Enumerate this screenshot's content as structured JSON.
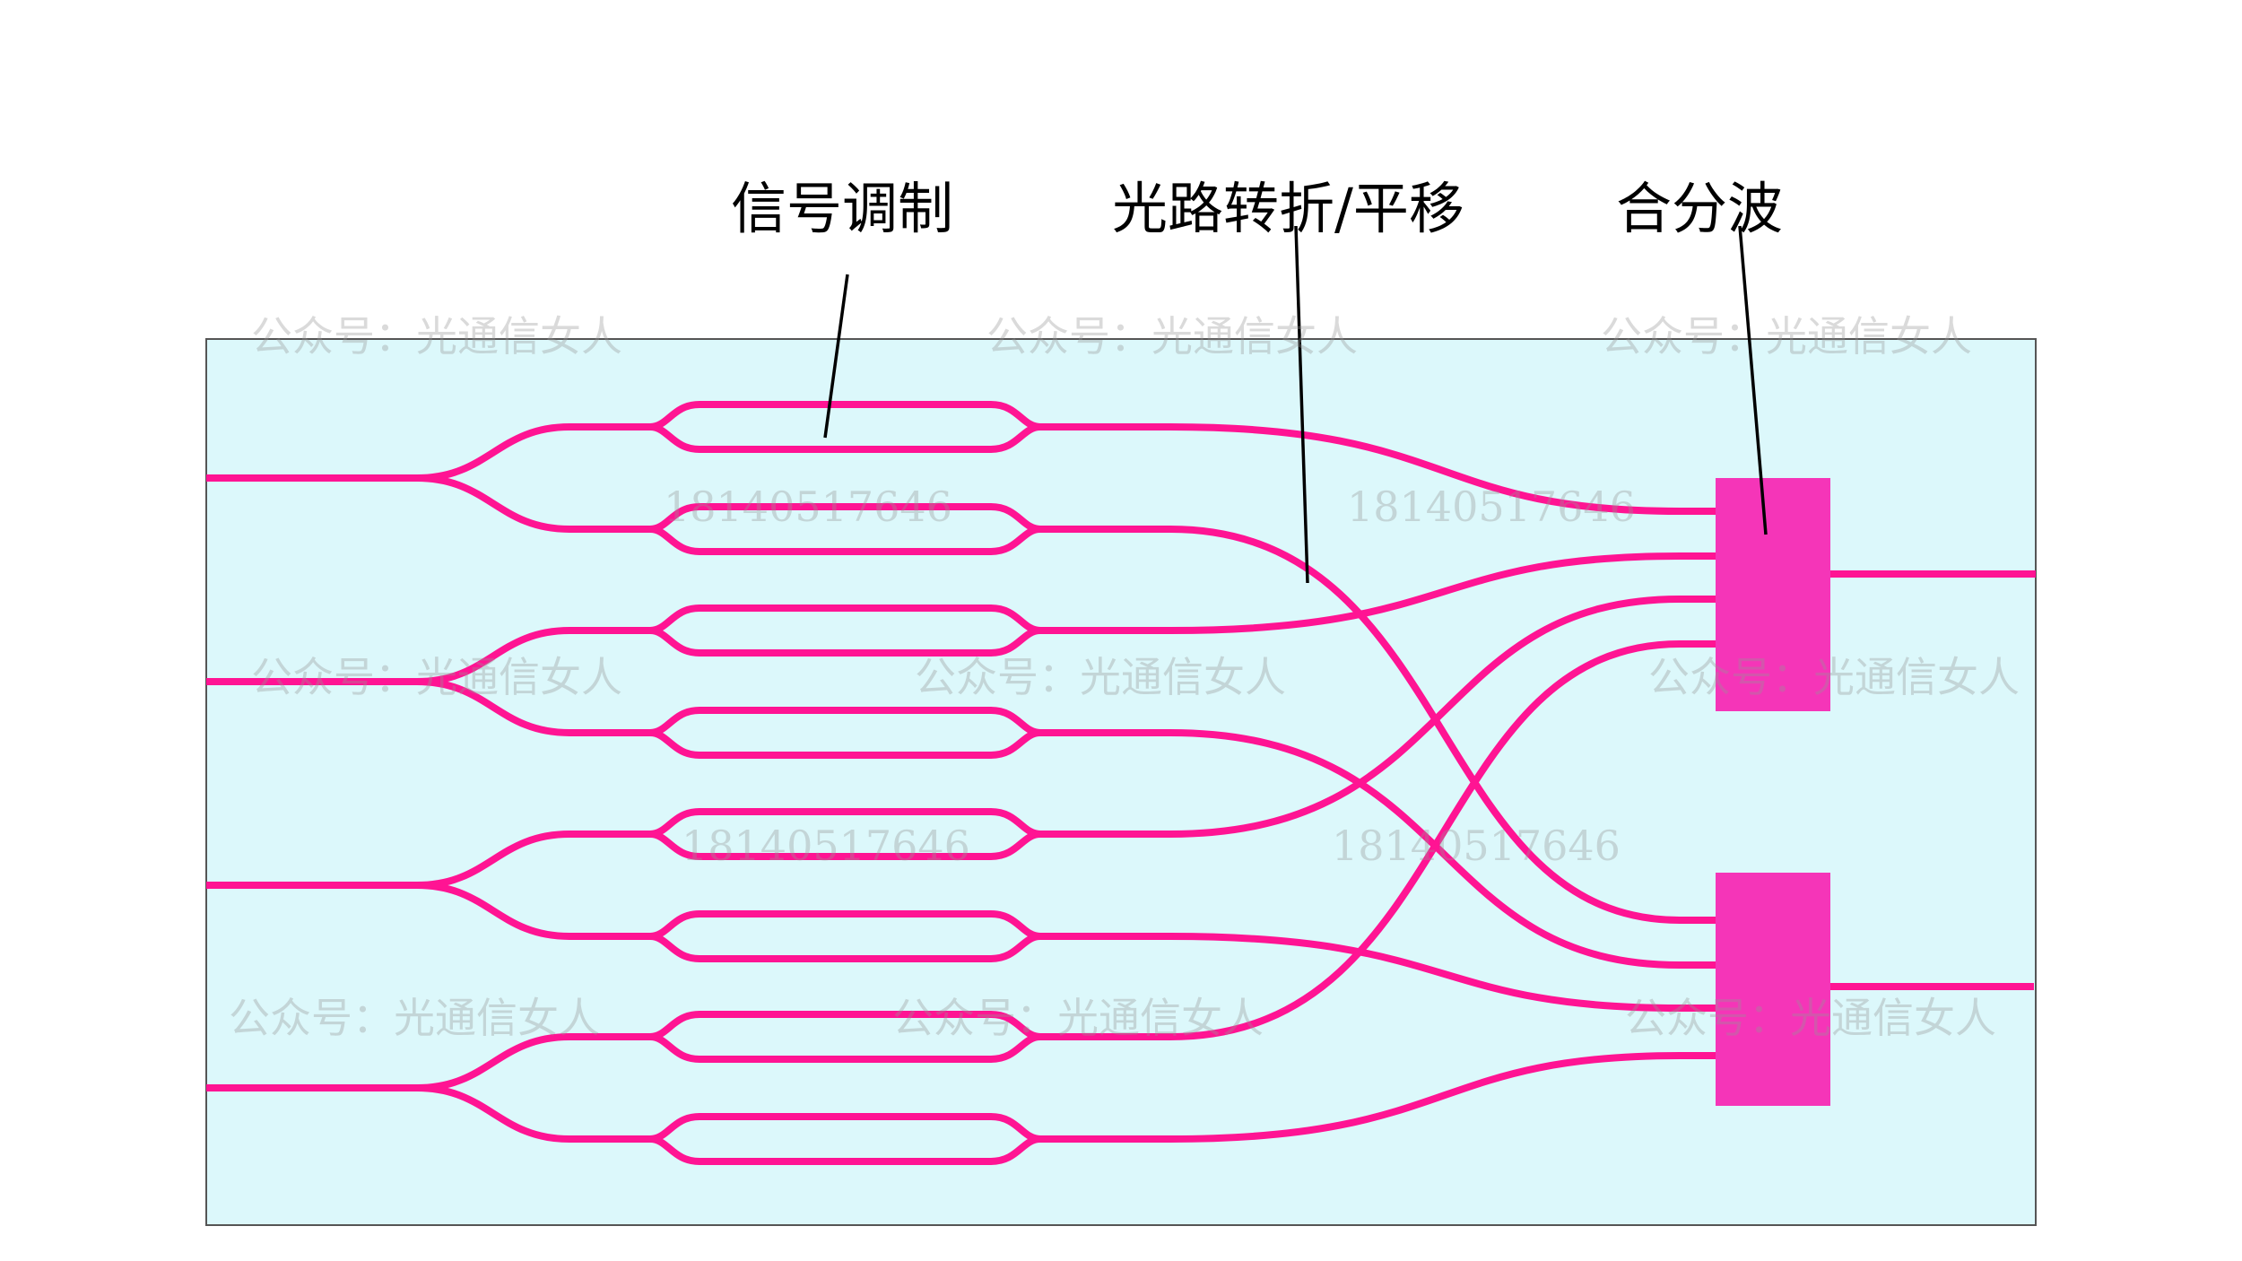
{
  "labels": {
    "modulation": "信号调制",
    "routing": "光路转折/平移",
    "mux": "合分波"
  },
  "watermarks": {
    "account": "公众号：光通信女人",
    "phone": "18140517646"
  },
  "colors": {
    "chip_background": "#dcf8fb",
    "chip_border": "#555555",
    "waveguide": "#ff1493",
    "mux_block": "#f535b8",
    "leader_line": "#000000"
  },
  "counts": {
    "input_waveguides": 4,
    "modulators": 8,
    "mux_blocks": 2,
    "outputs": 2
  }
}
